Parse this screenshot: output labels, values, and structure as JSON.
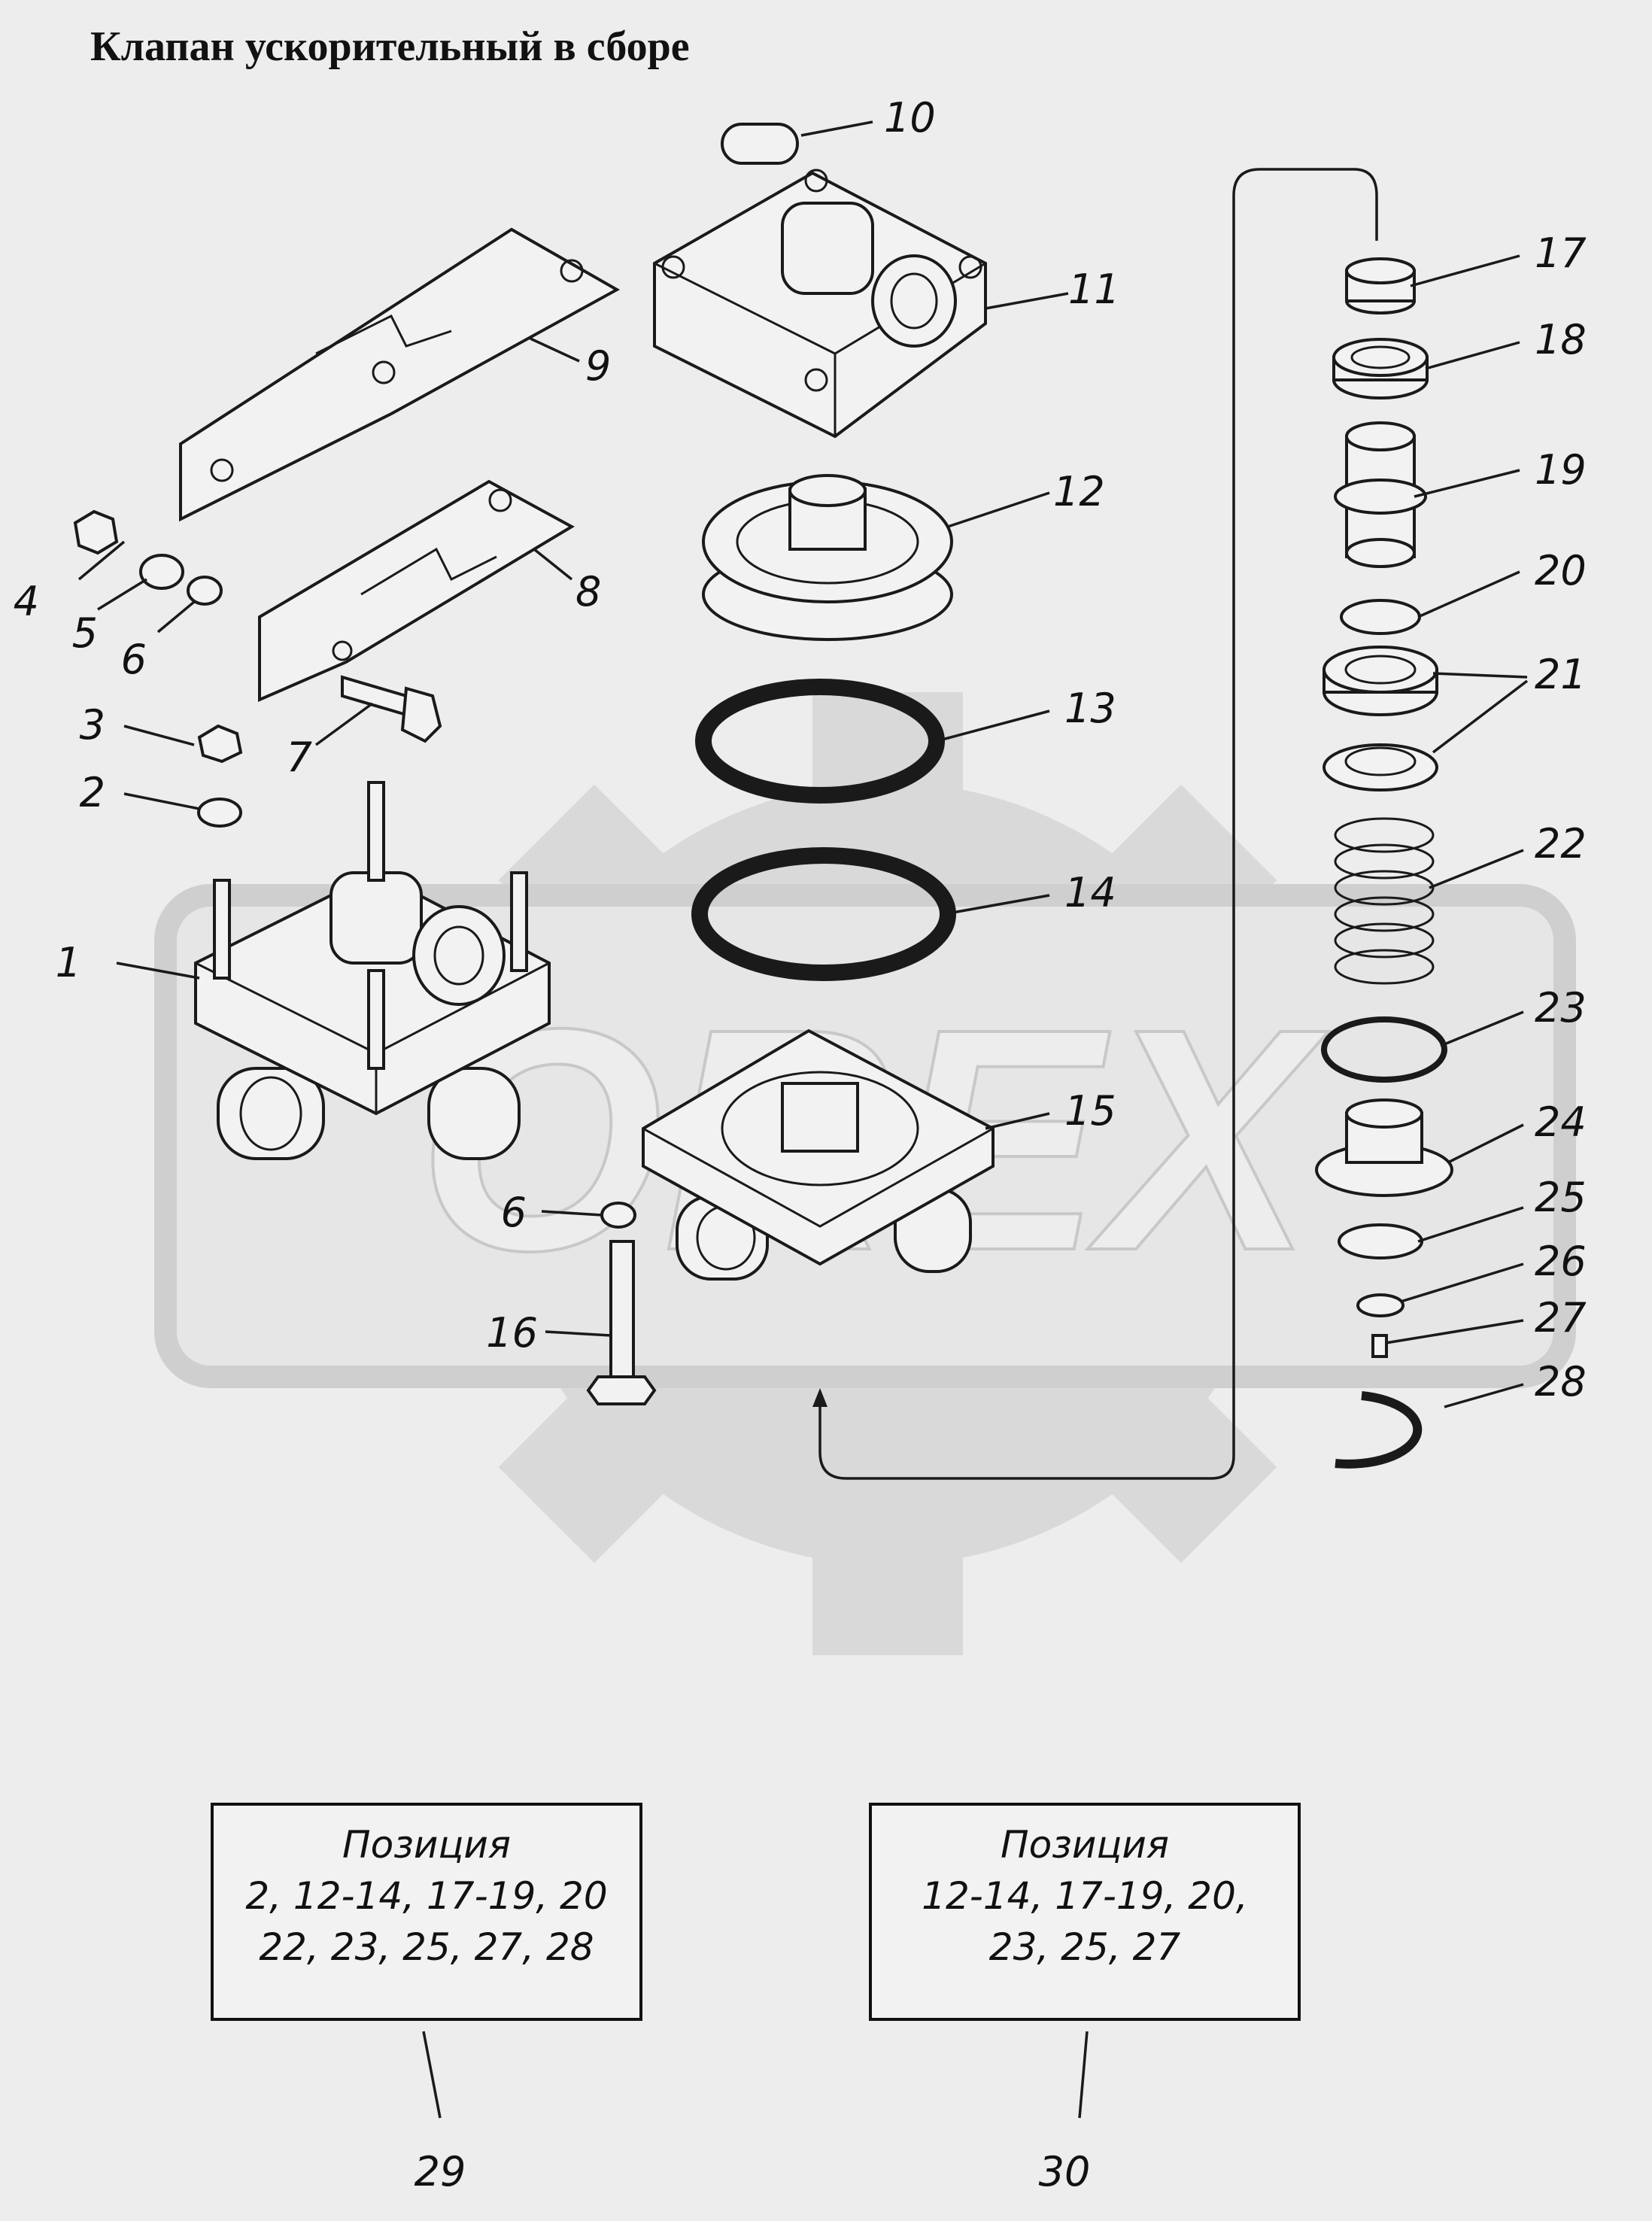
{
  "title": "Клапан ускорительный в сборе",
  "watermark": "OREX",
  "callouts": [
    {
      "n": "1"
    },
    {
      "n": "2"
    },
    {
      "n": "3"
    },
    {
      "n": "4"
    },
    {
      "n": "5"
    },
    {
      "n": "6"
    },
    {
      "n": "6"
    },
    {
      "n": "7"
    },
    {
      "n": "8"
    },
    {
      "n": "9"
    },
    {
      "n": "10"
    },
    {
      "n": "11"
    },
    {
      "n": "12"
    },
    {
      "n": "13"
    },
    {
      "n": "14"
    },
    {
      "n": "15"
    },
    {
      "n": "16"
    },
    {
      "n": "17"
    },
    {
      "n": "18"
    },
    {
      "n": "19"
    },
    {
      "n": "20"
    },
    {
      "n": "21"
    },
    {
      "n": "22"
    },
    {
      "n": "23"
    },
    {
      "n": "24"
    },
    {
      "n": "25"
    },
    {
      "n": "26"
    },
    {
      "n": "27"
    },
    {
      "n": "28"
    }
  ],
  "kits": [
    {
      "heading": "Позиция",
      "line1": "2, 12-14, 17-19, 20",
      "line2": "22, 23, 25, 27, 28",
      "number": "29"
    },
    {
      "heading": "Позиция",
      "line1": "12-14, 17-19, 20,",
      "line2": "23, 25, 27",
      "number": "30"
    }
  ]
}
